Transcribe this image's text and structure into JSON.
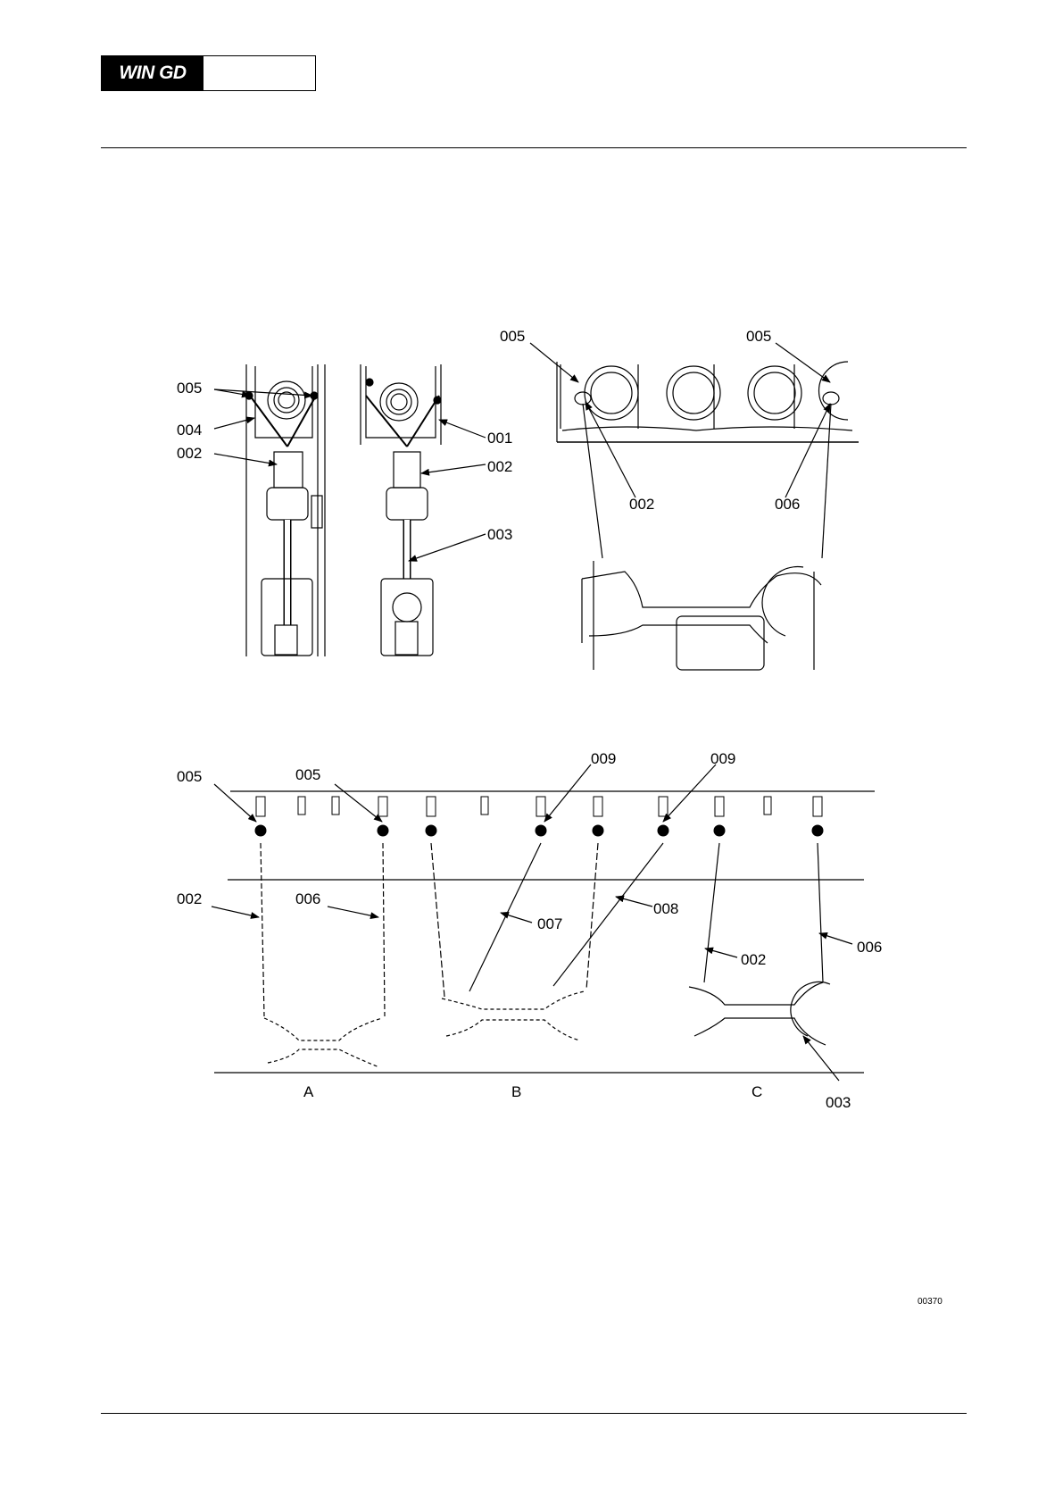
{
  "header": {
    "logo_text": "WIN GD"
  },
  "figure": {
    "callouts": {
      "f1_005": "005",
      "f1_004": "004",
      "f1_002": "002",
      "f2_001": "001",
      "f2_002": "002",
      "f2_003": "003",
      "f3_005a": "005",
      "f3_005b": "005",
      "f3_002": "002",
      "f3_006": "006",
      "f4_005a": "005",
      "f4_005b": "005",
      "f4_009a": "009",
      "f4_009b": "009",
      "f4_002a": "002",
      "f4_006a": "006",
      "f4_007": "007",
      "f4_008": "008",
      "f4_002b": "002",
      "f4_006b": "006",
      "f4_003": "003"
    },
    "positions": {
      "a": "A",
      "b": "B",
      "c": "C"
    },
    "reference": "00370"
  }
}
